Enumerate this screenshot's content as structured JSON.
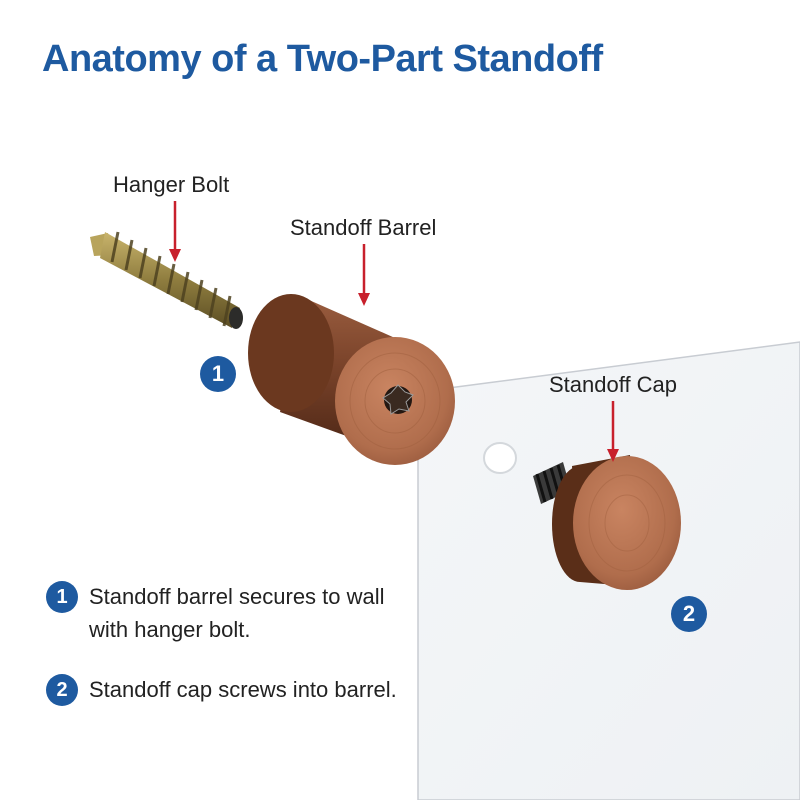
{
  "title": "Anatomy of a Two-Part Standoff",
  "labels": {
    "hanger_bolt": "Hanger Bolt",
    "standoff_barrel": "Standoff Barrel",
    "standoff_cap": "Standoff Cap"
  },
  "badges": {
    "barrel": "1",
    "cap": "2"
  },
  "notes": [
    {
      "number": "1",
      "text": "Standoff barrel secures to wall with hanger bolt."
    },
    {
      "number": "2",
      "text": "Standoff cap screws into barrel."
    }
  ],
  "colors": {
    "brand_blue": "#1e5aa0",
    "arrow_red": "#c8202c",
    "wood": "#8a4e33",
    "brass": "#8a7a3e"
  }
}
